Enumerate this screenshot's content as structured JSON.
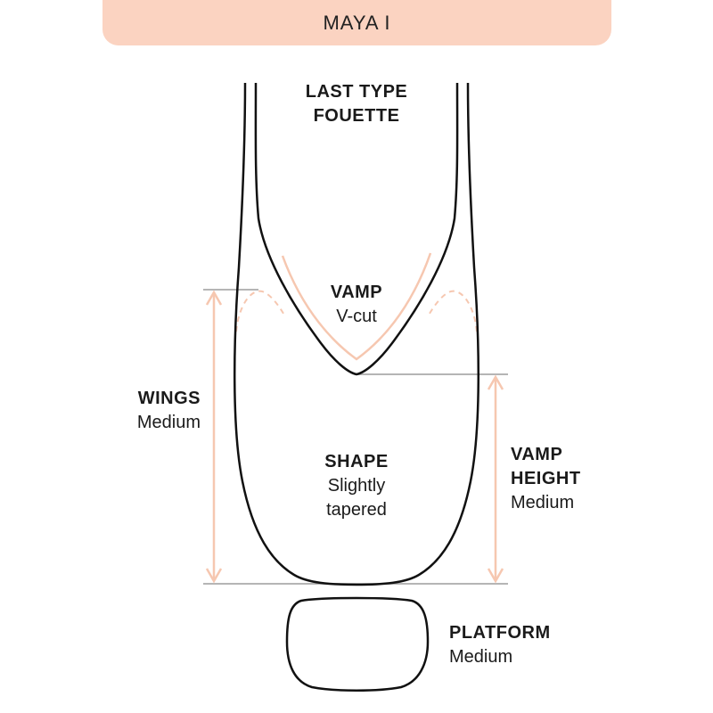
{
  "header": {
    "title": "MAYA I"
  },
  "labels": {
    "last_type": {
      "title_line1": "LAST TYPE",
      "title_line2": "FOUETTE"
    },
    "vamp": {
      "title": "VAMP",
      "value": "V-cut"
    },
    "wings": {
      "title": "WINGS",
      "value": "Medium"
    },
    "shape": {
      "title": "SHAPE",
      "value_line1": "Slightly",
      "value_line2": "tapered"
    },
    "vamp_height": {
      "title_line1": "VAMP",
      "title_line2": "HEIGHT",
      "value": "Medium"
    },
    "platform": {
      "title": "PLATFORM",
      "value": "Medium"
    }
  },
  "colors": {
    "header_bg": "#fbd3c1",
    "accent_peach": "#f6c7b0",
    "outline": "#111111",
    "guide_gray": "#b5b5b5"
  }
}
